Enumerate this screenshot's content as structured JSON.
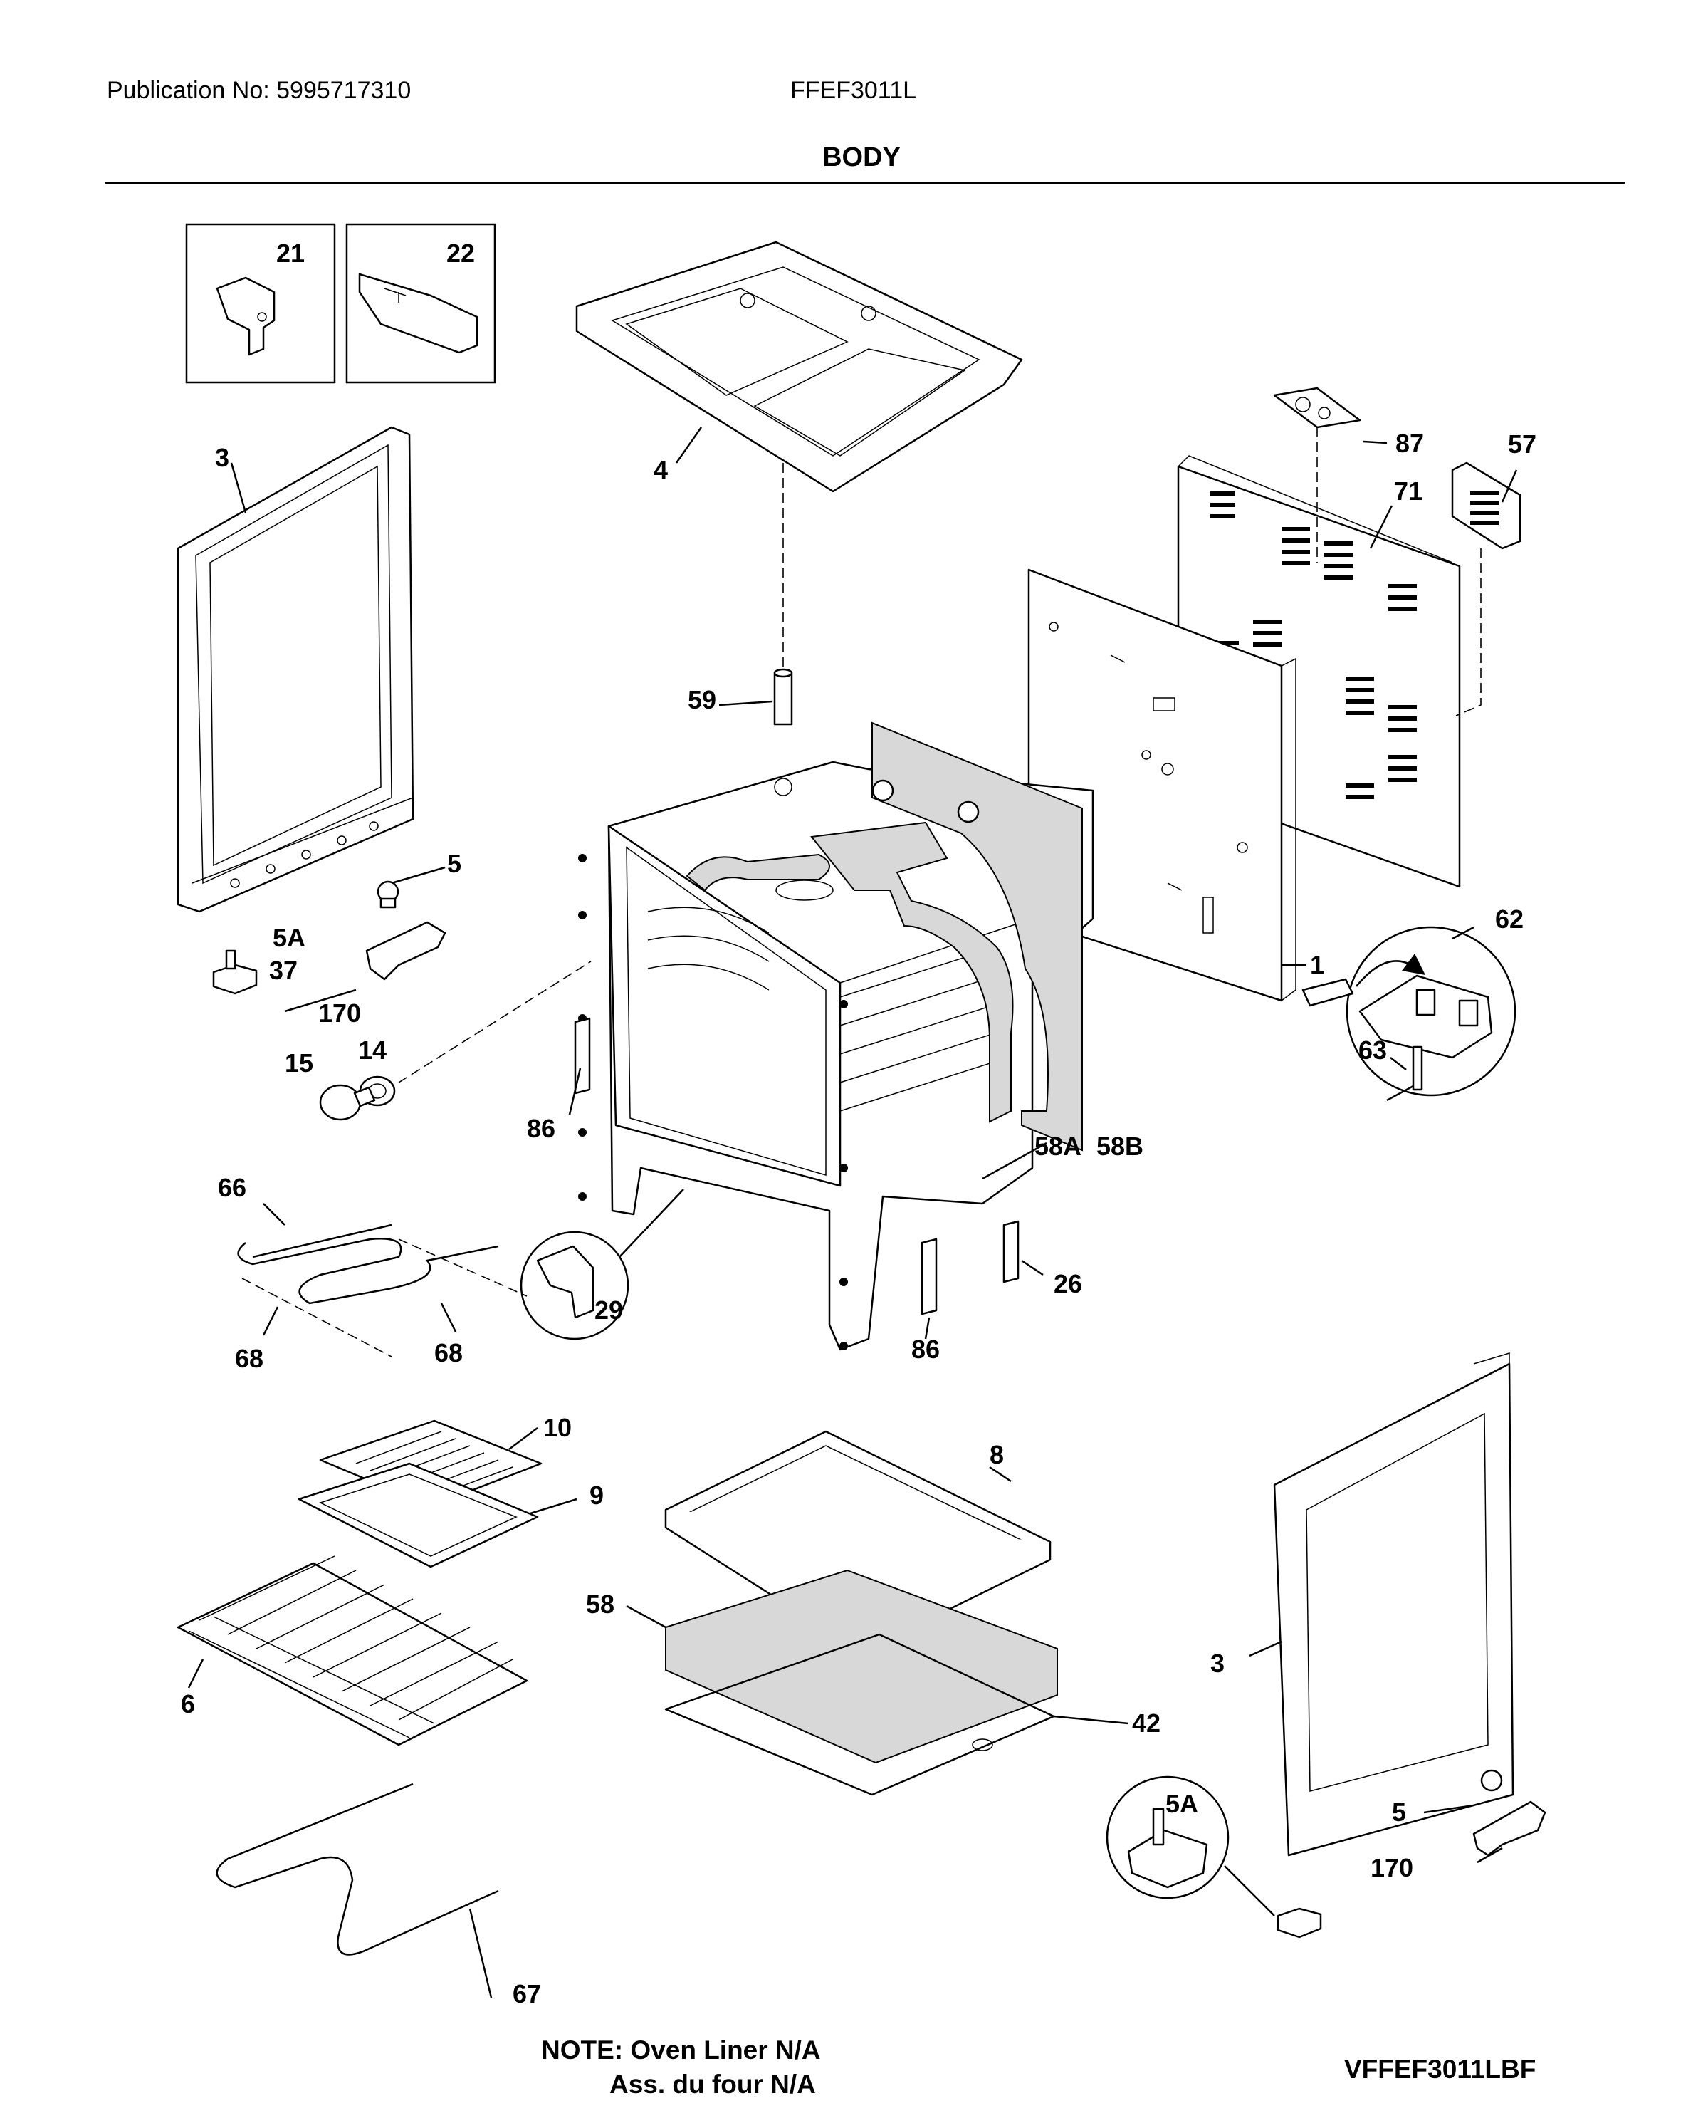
{
  "header": {
    "publication": "Publication No: 5995717310",
    "model": "FFEF3011L",
    "section_title": "BODY"
  },
  "callouts": [
    {
      "id": "c21",
      "text": "21"
    },
    {
      "id": "c22",
      "text": "22"
    },
    {
      "id": "c4",
      "text": "4"
    },
    {
      "id": "c87",
      "text": "87"
    },
    {
      "id": "c57",
      "text": "57"
    },
    {
      "id": "c71",
      "text": "71"
    },
    {
      "id": "c3a",
      "text": "3"
    },
    {
      "id": "c59",
      "text": "59"
    },
    {
      "id": "c5a",
      "text": "5"
    },
    {
      "id": "c5Aa",
      "text": "5A"
    },
    {
      "id": "c37",
      "text": "37"
    },
    {
      "id": "c170a",
      "text": "170"
    },
    {
      "id": "c1",
      "text": "1"
    },
    {
      "id": "c62",
      "text": "62"
    },
    {
      "id": "c15",
      "text": "15"
    },
    {
      "id": "c14",
      "text": "14"
    },
    {
      "id": "c63",
      "text": "63"
    },
    {
      "id": "c86a",
      "text": "86"
    },
    {
      "id": "c58A",
      "text": "58A"
    },
    {
      "id": "c58B",
      "text": "58B"
    },
    {
      "id": "c66",
      "text": "66"
    },
    {
      "id": "c26",
      "text": "26"
    },
    {
      "id": "c29",
      "text": "29"
    },
    {
      "id": "c68a",
      "text": "68"
    },
    {
      "id": "c68b",
      "text": "68"
    },
    {
      "id": "c86b",
      "text": "86"
    },
    {
      "id": "c10",
      "text": "10"
    },
    {
      "id": "c9",
      "text": "9"
    },
    {
      "id": "c8",
      "text": "8"
    },
    {
      "id": "c58",
      "text": "58"
    },
    {
      "id": "c6",
      "text": "6"
    },
    {
      "id": "c3b",
      "text": "3"
    },
    {
      "id": "c42",
      "text": "42"
    },
    {
      "id": "c5Ab",
      "text": "5A"
    },
    {
      "id": "c5b",
      "text": "5"
    },
    {
      "id": "c170b",
      "text": "170"
    },
    {
      "id": "c67",
      "text": "67"
    }
  ],
  "footer": {
    "note_line1": "NOTE: Oven Liner N/A",
    "note_line2": "Ass. du four N/A",
    "diagram_code": "VFFEF3011LBF"
  }
}
